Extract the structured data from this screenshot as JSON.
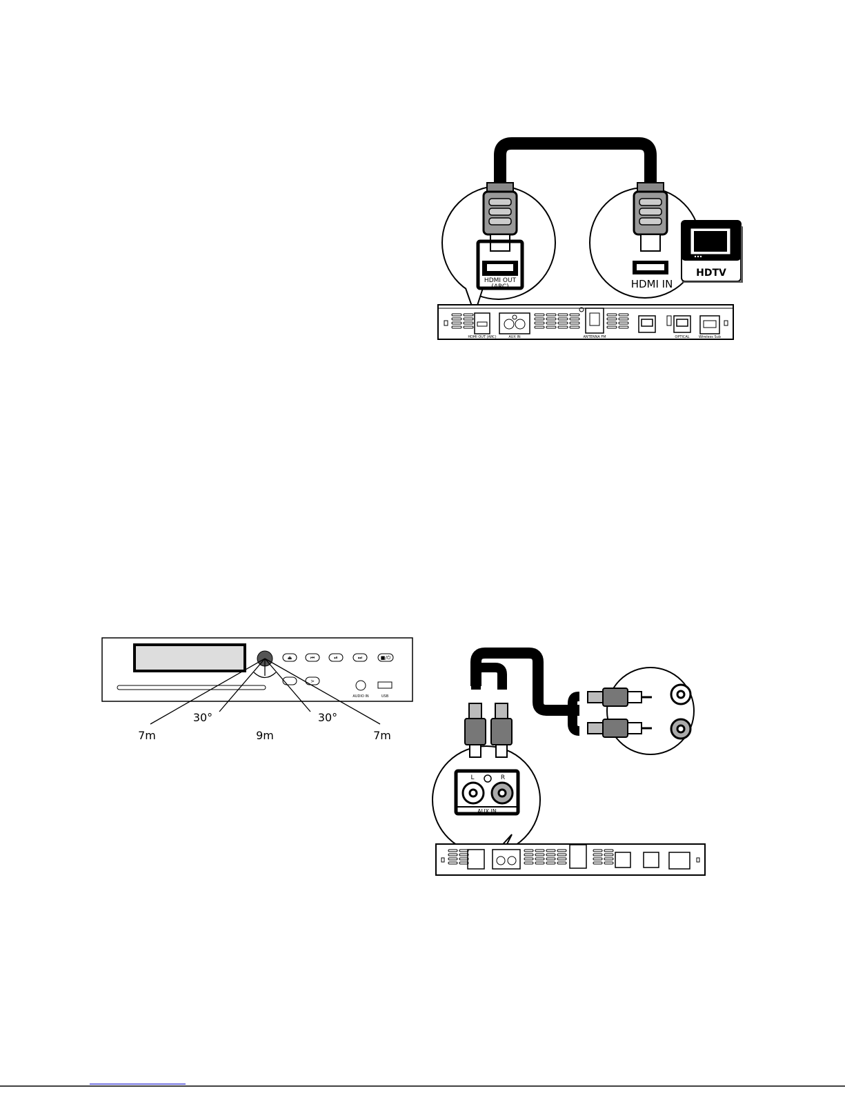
{
  "hdmi_diagram": {
    "plug_label_line1": "HDMI OUT",
    "plug_label_line2": "(ARC)",
    "tv_port_label": "HDMI IN",
    "tv_label": "HDTV",
    "panel": {
      "hdmi_label": "HDMI OUT (ARC)",
      "aux_label": "AUX IN",
      "antenna_label": "ANTENNA FM",
      "optical_label": "OPTICAL",
      "wireless_label": "Wireless Sub"
    }
  },
  "remote_range": {
    "angle_left": "30°",
    "angle_right": "30°",
    "dist_left": "7m",
    "dist_center": "9m",
    "dist_right": "7m",
    "front": {
      "audio_in_label": "AUDIO IN",
      "usb_label": "USB"
    }
  },
  "aux_diagram": {
    "left_label": "L",
    "right_label": "R",
    "port_label": "AUX IN"
  },
  "footer": {
    "link_text": "________________"
  }
}
